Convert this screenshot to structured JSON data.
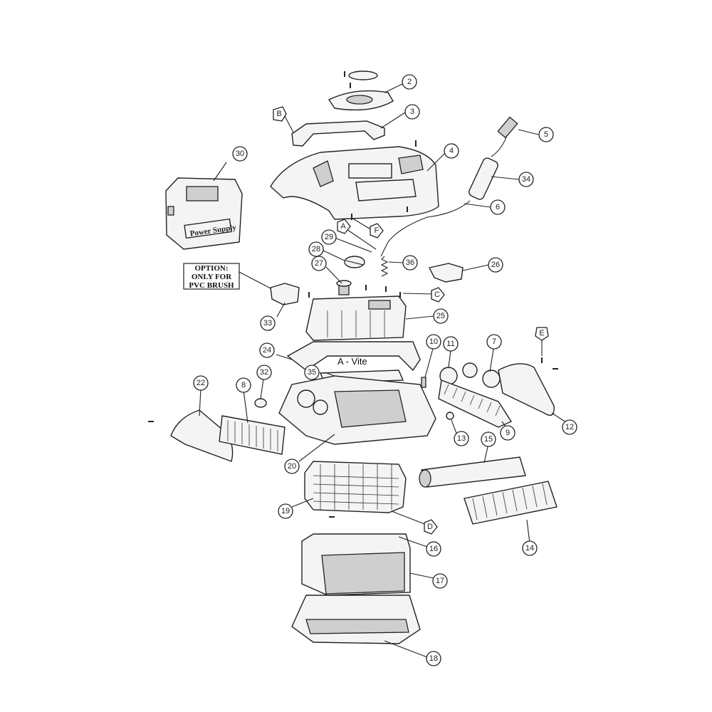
{
  "option_note": {
    "line1": "OPTION:",
    "line2": "ONLY FOR",
    "line3": "PVC BRUSH"
  },
  "annotation": "A - Vite",
  "power_supply_label": "Power Supply",
  "callouts": [
    {
      "id": "c2",
      "label": "2"
    },
    {
      "id": "c3",
      "label": "3"
    },
    {
      "id": "c4",
      "label": "4"
    },
    {
      "id": "c5",
      "label": "5"
    },
    {
      "id": "c6",
      "label": "6"
    },
    {
      "id": "c7",
      "label": "7"
    },
    {
      "id": "c8",
      "label": "8"
    },
    {
      "id": "c9",
      "label": "9"
    },
    {
      "id": "c10",
      "label": "10"
    },
    {
      "id": "c11",
      "label": "11"
    },
    {
      "id": "c12",
      "label": "12"
    },
    {
      "id": "c13",
      "label": "13"
    },
    {
      "id": "c14",
      "label": "14"
    },
    {
      "id": "c15",
      "label": "15"
    },
    {
      "id": "c16",
      "label": "16"
    },
    {
      "id": "c17",
      "label": "17"
    },
    {
      "id": "c18",
      "label": "18"
    },
    {
      "id": "c19",
      "label": "19"
    },
    {
      "id": "c20",
      "label": "20"
    },
    {
      "id": "c22",
      "label": "22"
    },
    {
      "id": "c24",
      "label": "24"
    },
    {
      "id": "c25",
      "label": "25"
    },
    {
      "id": "c26",
      "label": "26"
    },
    {
      "id": "c27",
      "label": "27"
    },
    {
      "id": "c28",
      "label": "28"
    },
    {
      "id": "c29",
      "label": "29"
    },
    {
      "id": "c30",
      "label": "30"
    },
    {
      "id": "c32",
      "label": "32"
    },
    {
      "id": "c33",
      "label": "33"
    },
    {
      "id": "c34",
      "label": "34"
    },
    {
      "id": "c35",
      "label": "35"
    },
    {
      "id": "c36",
      "label": "36"
    }
  ],
  "letter_tags": [
    {
      "id": "tB",
      "label": "B"
    },
    {
      "id": "tF",
      "label": "F"
    },
    {
      "id": "tA",
      "label": "A"
    },
    {
      "id": "tC",
      "label": "C"
    },
    {
      "id": "tE",
      "label": "E"
    },
    {
      "id": "tD",
      "label": "D"
    }
  ]
}
